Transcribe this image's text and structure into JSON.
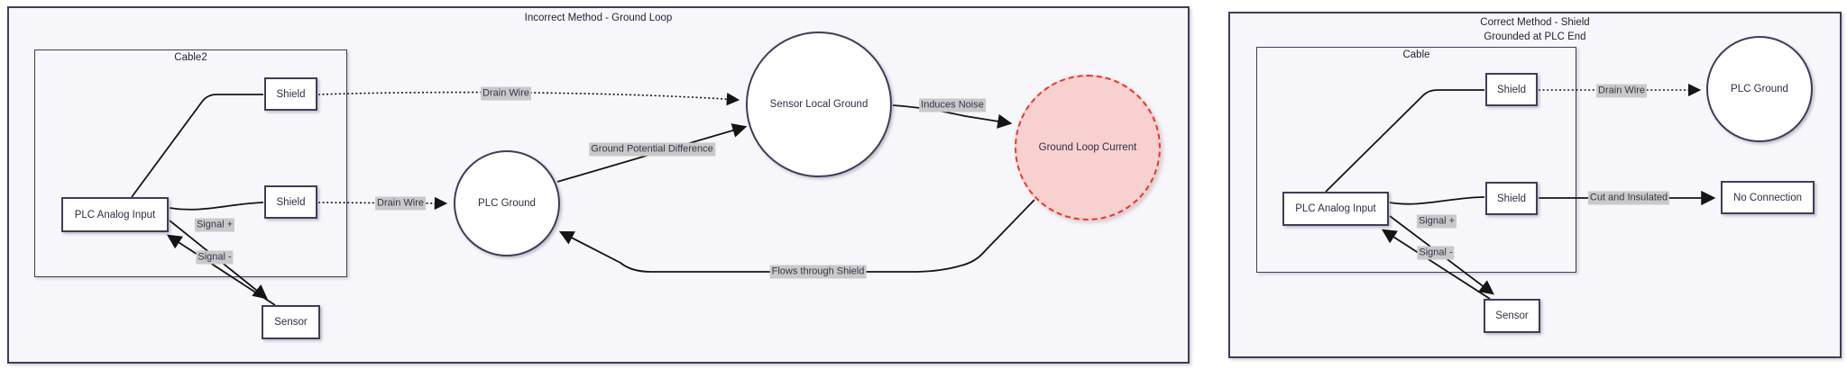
{
  "left": {
    "title": "Incorrect Method - Ground Loop",
    "subgraph_label": "Cable2",
    "nodes": {
      "shield_top": "Shield",
      "shield_bottom": "Shield",
      "plc_analog_input": "PLC Analog Input",
      "sensor": "Sensor",
      "plc_ground": "PLC Ground",
      "sensor_local_ground": "Sensor Local Ground",
      "ground_loop_current": "Ground Loop Current"
    },
    "edge_labels": {
      "drain_wire_top": "Drain Wire",
      "drain_wire_bottom": "Drain Wire",
      "ground_potential_difference": "Ground Potential Difference",
      "induces_noise": "Induces Noise",
      "flows_through_shield": "Flows through Shield",
      "signal_plus": "Signal +",
      "signal_minus": "Signal -"
    }
  },
  "right": {
    "title_line1": "Correct Method - Shield",
    "title_line2": "Grounded at PLC End",
    "subgraph_label": "Cable",
    "nodes": {
      "shield_top": "Shield",
      "shield_bottom": "Shield",
      "plc_analog_input": "PLC Analog Input",
      "sensor": "Sensor",
      "plc_ground": "PLC Ground",
      "no_connection": "No Connection"
    },
    "edge_labels": {
      "drain_wire": "Drain Wire",
      "cut_and_insulated": "Cut and Insulated",
      "signal_plus": "Signal +",
      "signal_minus": "Signal -"
    }
  },
  "colors": {
    "panel_fill": "#f7f7fb",
    "panel_border": "#3d3d5c",
    "node_fill": "#ffffff",
    "edge": "#141414",
    "edge_label_bg": "#c9c9c9",
    "text": "#2e2e44",
    "danger_fill": "#f9d0d0",
    "danger_border": "#ee3528"
  }
}
